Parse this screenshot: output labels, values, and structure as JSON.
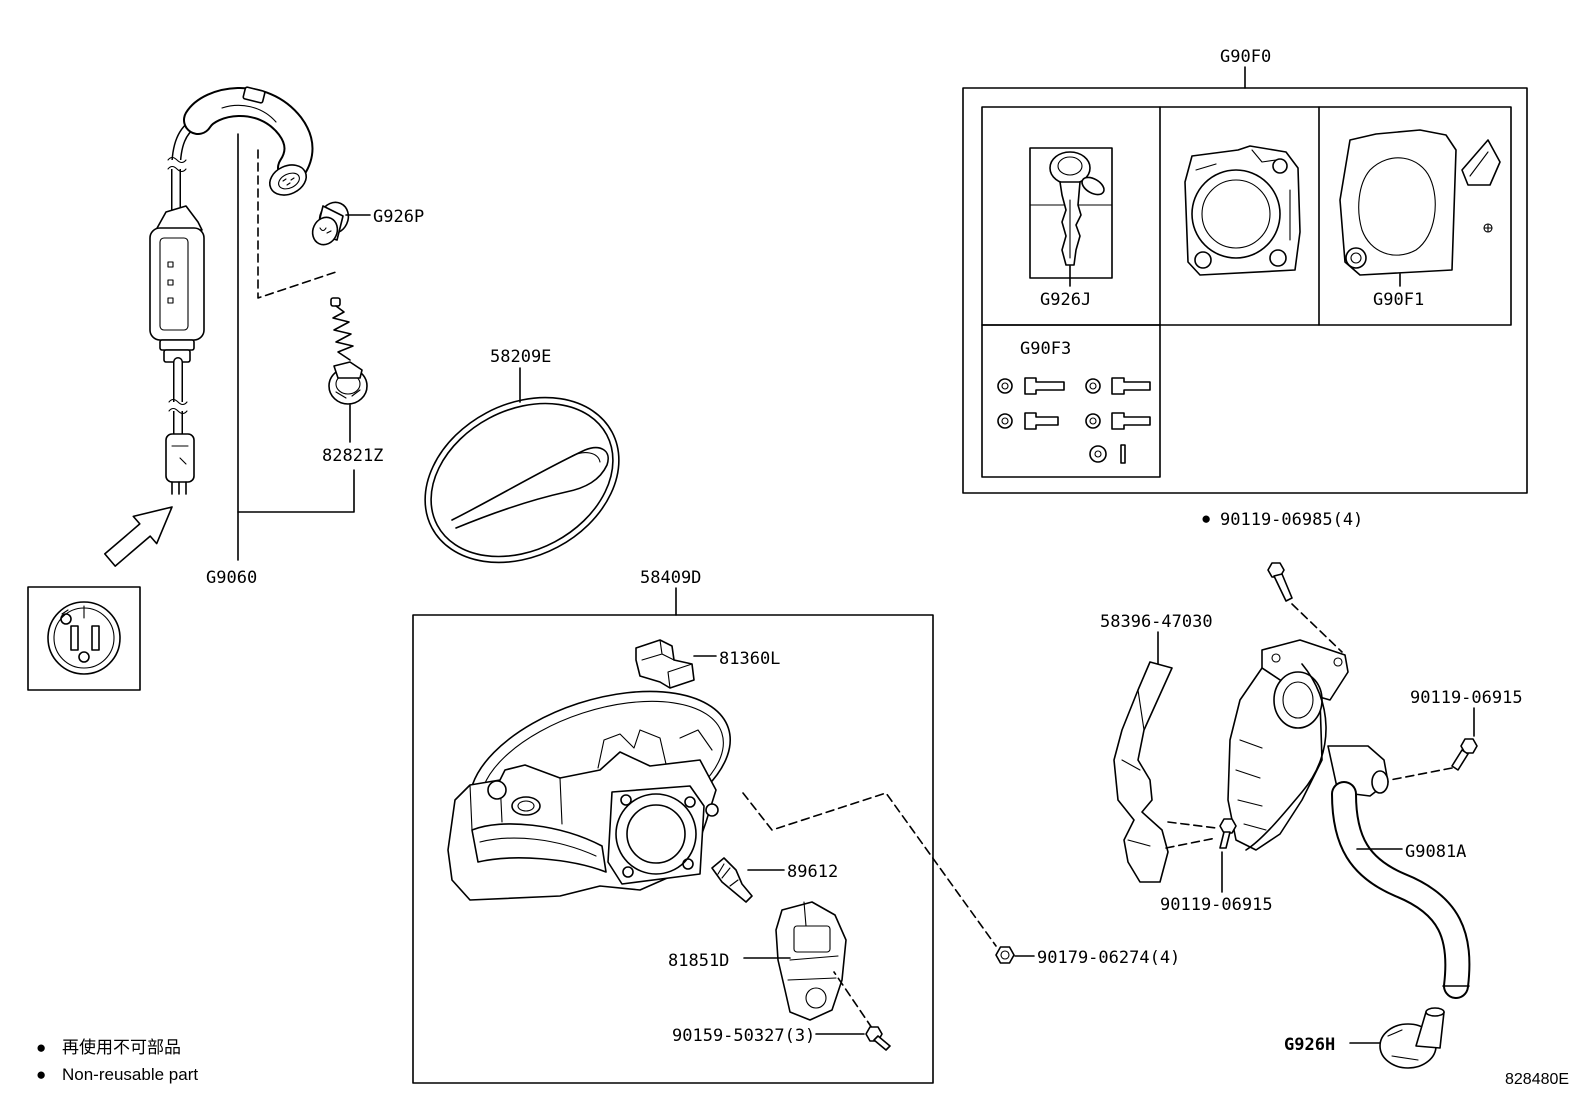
{
  "diagram": {
    "kit_label": "G90F0",
    "kit_parts": {
      "key": "G926J",
      "cover": "G90F1",
      "screw_set": "G90F3"
    },
    "charging_cable": {
      "cable": "G9060",
      "cap": "G926P",
      "clip": "82821Z"
    },
    "fuel_lid": "58209E",
    "lid_assembly": {
      "assembly": "58409D",
      "connector": "81360L",
      "sensor": "89612",
      "actuator": "81851D",
      "screw": "90159-50327(3)"
    },
    "nut": "90179-06274(4)",
    "inlet": {
      "bolt_top": "90119-06985(4)",
      "bracket": "58396-47030",
      "bolt_right": "90119-06915",
      "bolt_lower": "90119-06915",
      "hose": "G9081A",
      "cap": "G926H"
    }
  },
  "legend": {
    "marker": "●",
    "items": [
      "再使用不可部品",
      "Non-reusable part"
    ]
  },
  "figure_id": "828480E"
}
